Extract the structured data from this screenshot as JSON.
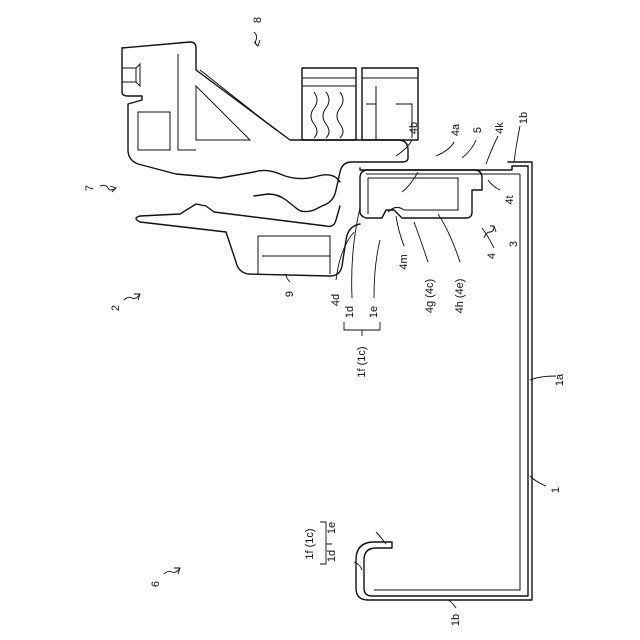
{
  "labels": {
    "n8": "8",
    "n7": "7",
    "n2": "2",
    "n6": "6",
    "n1": "1",
    "n1a": "1a",
    "n1b_top": "1b",
    "n1b_bottom": "1b",
    "n3": "3",
    "n4": "4",
    "n5": "5",
    "n9": "9",
    "n4a": "4a",
    "n4b": "4b",
    "n4k": "4k",
    "n4t": "4t",
    "n4d": "4d",
    "n4m": "4m",
    "n4g": "4g (4c)",
    "n4h": "4h (4e)",
    "n1d_top": "1d",
    "n1e_top": "1e",
    "n1f_top": "1f (1c)",
    "n1f_bottom": "1f (1c)",
    "n1d_bottom": "1d",
    "n1e_bottom": "1e"
  }
}
